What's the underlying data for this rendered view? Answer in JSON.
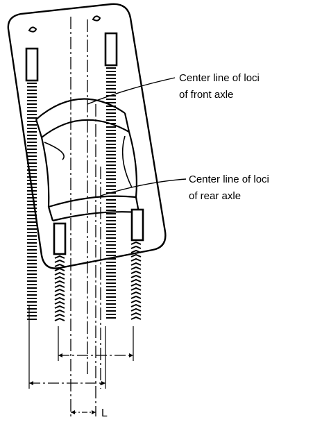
{
  "labels": {
    "front_line_1": "Center line of loci",
    "front_line_2": "of front axle",
    "rear_line_1": "Center line of loci",
    "rear_line_2": "of rear axle",
    "dimension": "L"
  },
  "colors": {
    "ink": "#000000",
    "paper": "#ffffff"
  }
}
